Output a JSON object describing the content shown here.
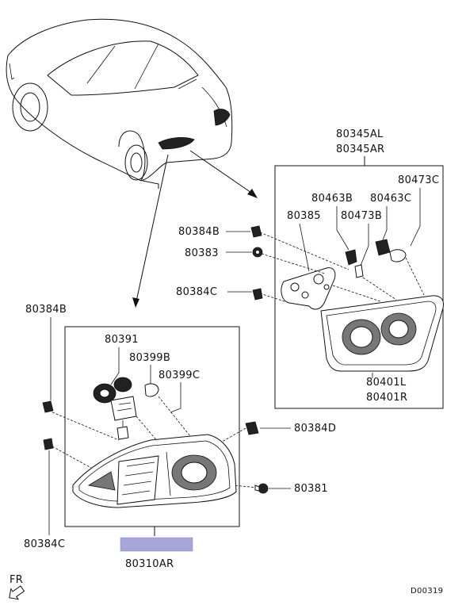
{
  "diagram": {
    "labels": {
      "p80345AL": "80345AL",
      "p80345AR": "80345AR",
      "p80473C_top": "80473C",
      "p80463B": "80463B",
      "p80463C": "80463C",
      "p80385": "80385",
      "p80473B": "80473B",
      "p80384B_right": "80384B",
      "p80383": "80383",
      "p80384C_right": "80384C",
      "p80401L": "80401L",
      "p80401R": "80401R",
      "p80384B_left": "80384B",
      "p80391": "80391",
      "p80399B": "80399B",
      "p80399C": "80399C",
      "p80384D": "80384D",
      "p80381": "80381",
      "p80384C_left": "80384C",
      "p80310AR": "80310AR"
    },
    "front_marker": "FR",
    "drawing_id": "D00319",
    "highlight_color": "#a6a6d9"
  }
}
